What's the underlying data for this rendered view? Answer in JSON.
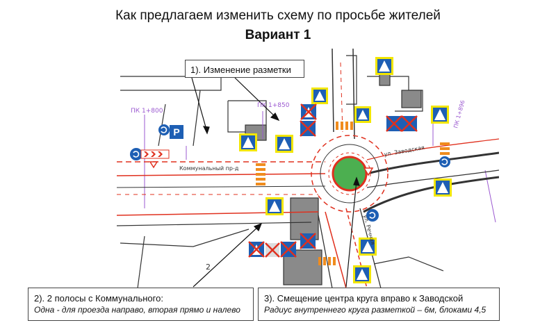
{
  "title": "Как предлагаем изменить схему по просьбе жителей",
  "subtitle": "Вариант 1",
  "callouts": [
    {
      "title": "1). Изменение разметки",
      "subtitle": ""
    },
    {
      "title": "2). 2 полосы с Коммунального:",
      "subtitle": "Одна - для проезда направо, вторая прямо и налево"
    },
    {
      "title": "3). Смещение центра круга вправо к Заводской",
      "subtitle": "Радиус внутреннего круга разметкой – 6м, блоками 4,5"
    }
  ],
  "map_labels": {
    "pk_800": "ПК 1+800",
    "pk_850": "ПК 1+850",
    "pk_896": "ПК 1+896",
    "kommunalny": "Коммунальный пр-д",
    "zavodskaya": "ул. Заводская",
    "rechnaya": "ул. Речная",
    "house_2": "2",
    "parking": "P"
  },
  "colors": {
    "road_red": "#e0301e",
    "crosswalk_orange": "#f08c1e",
    "island_green": "#4caf50",
    "sign_blue": "#1e5fb4",
    "sign_yellow": "#f2e600",
    "survey_purple": "#9b59d0"
  }
}
